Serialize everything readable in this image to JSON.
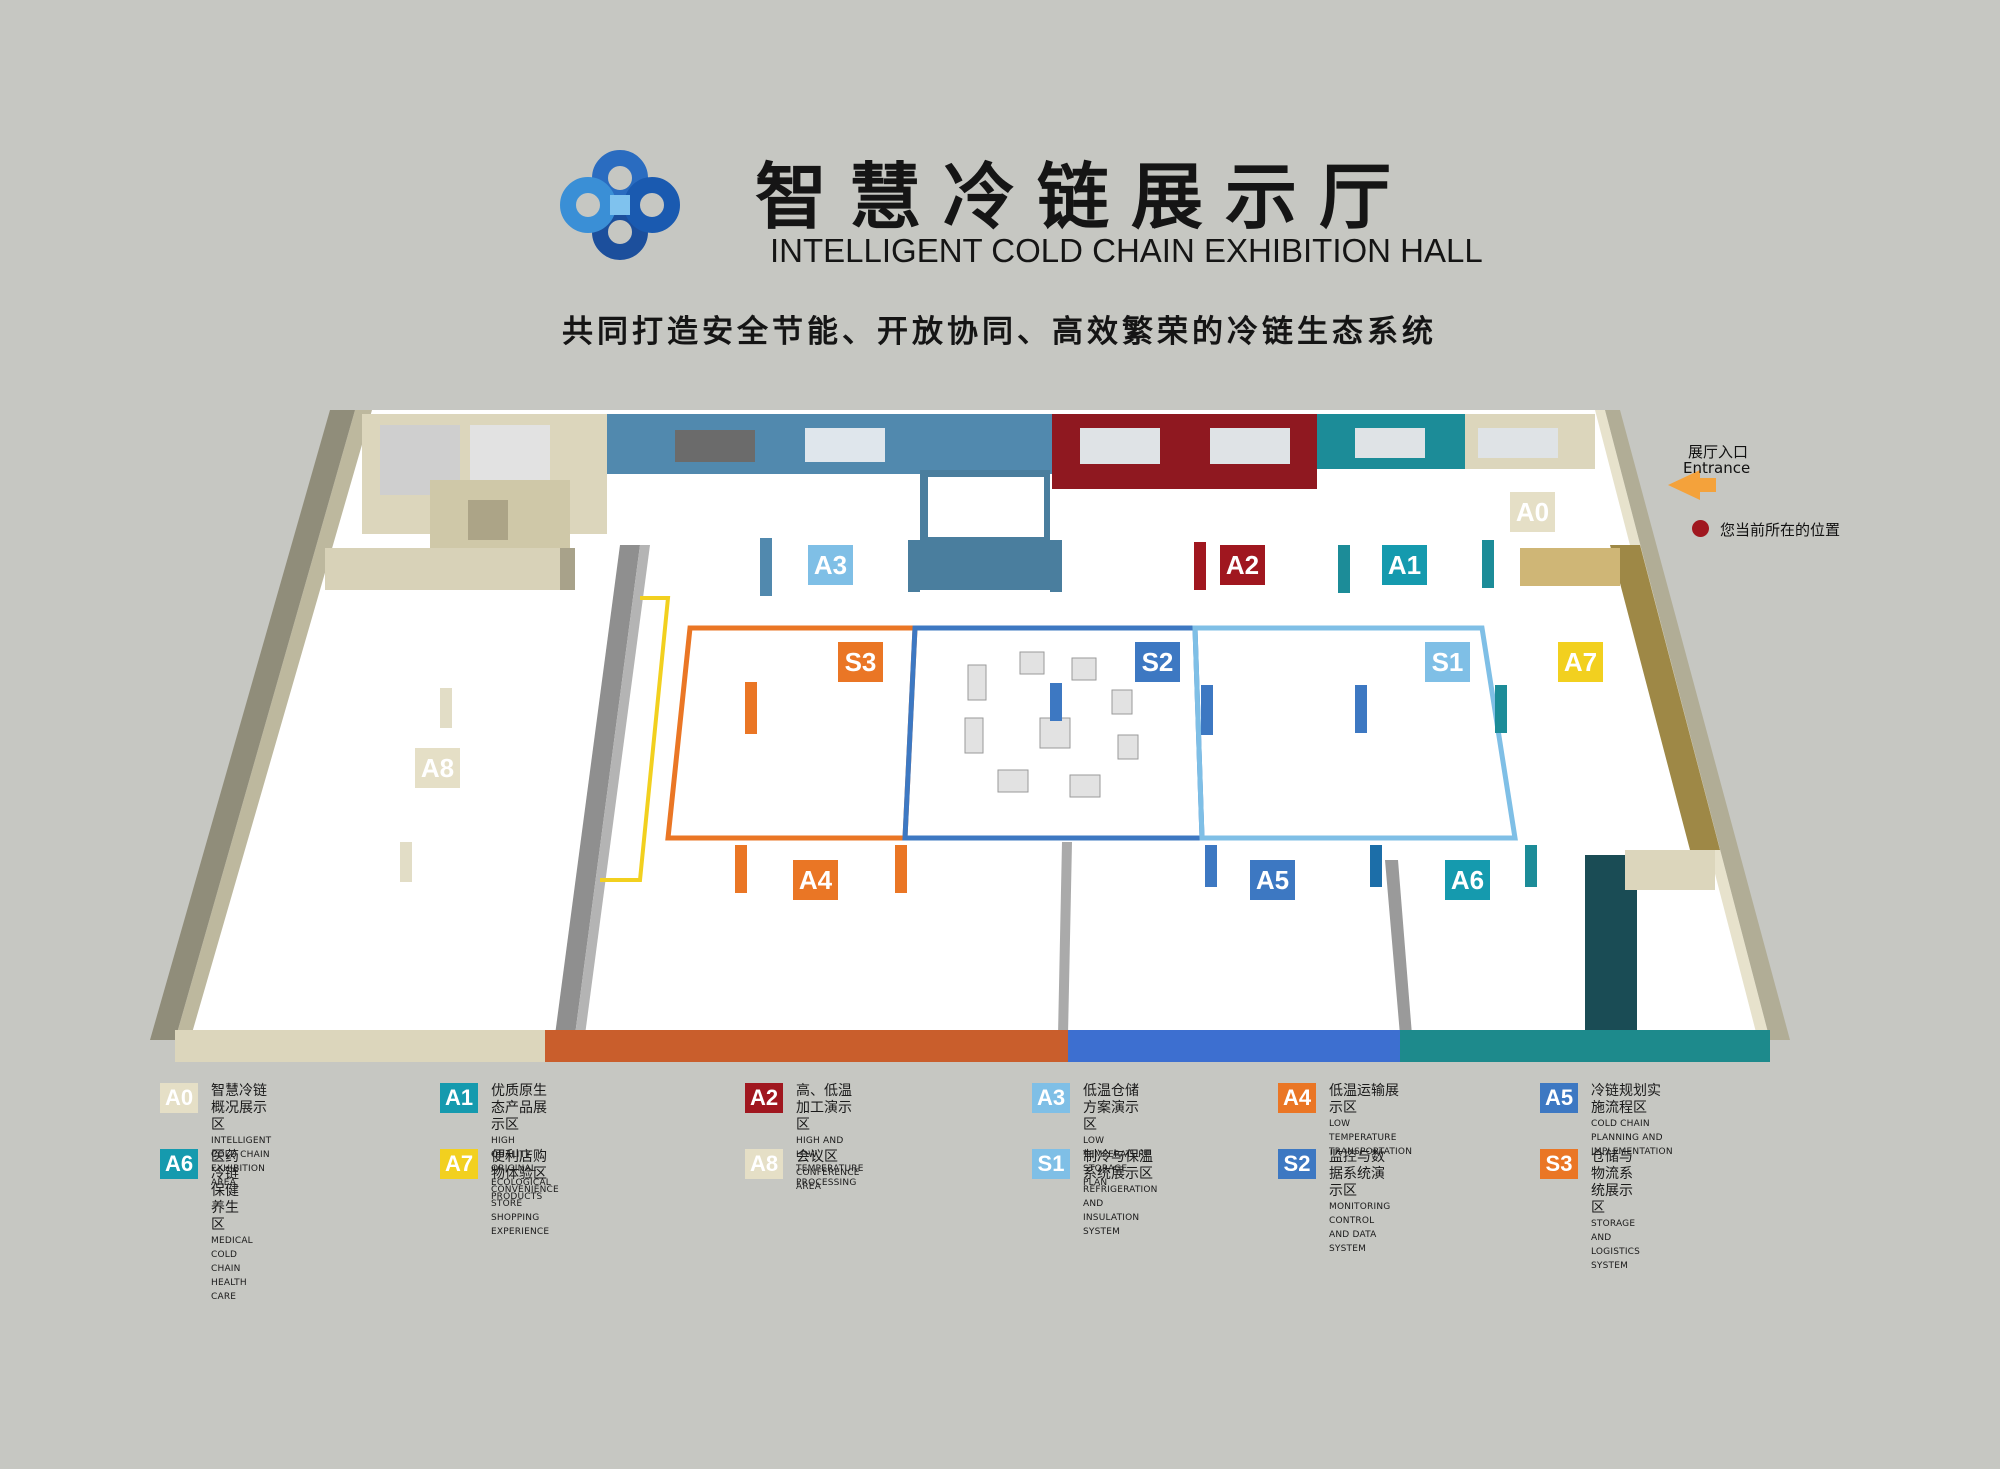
{
  "header": {
    "title_cn": "智慧冷链展示厅",
    "title_en": "INTELLIGENT COLD CHAIN EXHIBITION HALL",
    "slogan": "共同打造安全节能、开放协同、高效繁荣的冷链生态系统",
    "logo_icon": "blue-knot-logo-icon"
  },
  "entrance": {
    "label_cn": "展厅入口",
    "label_en": "Entrance",
    "arrow_color": "#f4a23b",
    "you_are_here": "您当前所在的位置",
    "dot_color": "#a0171f"
  },
  "zones": [
    {
      "code": "A0",
      "color": "#e5dfc6"
    },
    {
      "code": "A1",
      "color": "#159aae"
    },
    {
      "code": "A2",
      "color": "#a0171f"
    },
    {
      "code": "A3",
      "color": "#7fbfe6"
    },
    {
      "code": "A4",
      "color": "#ea7625"
    },
    {
      "code": "A5",
      "color": "#3d78c2"
    },
    {
      "code": "A6",
      "color": "#159aae"
    },
    {
      "code": "A7",
      "color": "#f2d01f"
    },
    {
      "code": "A8",
      "color": "#e5dfc6"
    },
    {
      "code": "S1",
      "color": "#7fbfe6"
    },
    {
      "code": "S2",
      "color": "#3d78c2"
    },
    {
      "code": "S3",
      "color": "#ea7625"
    }
  ],
  "legend": [
    {
      "code": "A0",
      "cn": "智慧冷链概况展示区",
      "en": "INTELLIGENT COLD CHAIN EXHIBITION AREA",
      "color": "#e5dfc6"
    },
    {
      "code": "A1",
      "cn": "优质原生态产品展示区",
      "en": "HIGH QUALITY ORIGINAL ECOLOGICAL PRODUCTS",
      "color": "#159aae"
    },
    {
      "code": "A2",
      "cn": "高、低温加工演示区",
      "en": "HIGH AND LOW TEMPERATURE PROCESSING",
      "color": "#a0171f"
    },
    {
      "code": "A3",
      "cn": "低温仓储方案演示区",
      "en": "LOW TEMPERATURE STORAGE PLAN",
      "color": "#7fbfe6"
    },
    {
      "code": "A4",
      "cn": "低温运输展示区",
      "en": "LOW TEMPERATURE TRANSPORTATION",
      "color": "#ea7625"
    },
    {
      "code": "A5",
      "cn": "冷链规划实施流程区",
      "en": "COLD CHAIN PLANNING AND IMPLEMENTATION",
      "color": "#3d78c2"
    },
    {
      "code": "A6",
      "cn": "医药冷链保健养生区",
      "en": "MEDICAL COLD CHAIN HEALTH CARE",
      "color": "#159aae"
    },
    {
      "code": "A7",
      "cn": "便利店购物体验区",
      "en": "CONVENIENCE STORE SHOPPING EXPERIENCE",
      "color": "#f2d01f"
    },
    {
      "code": "A8",
      "cn": "会议区",
      "en": "CONFERENCE AREA",
      "color": "#e5dfc6"
    },
    {
      "code": "S1",
      "cn": "制冷与保温系统展示区",
      "en": "REFRIGERATION AND INSULATION SYSTEM",
      "color": "#7fbfe6"
    },
    {
      "code": "S2",
      "cn": "监控与数据系统演示区",
      "en": "MONITORING CONTROL AND DATA SYSTEM",
      "color": "#3d78c2"
    },
    {
      "code": "S3",
      "cn": "仓储与物流系统展示区",
      "en": "STORAGE AND LOGISTICS SYSTEM",
      "color": "#ea7625"
    }
  ]
}
